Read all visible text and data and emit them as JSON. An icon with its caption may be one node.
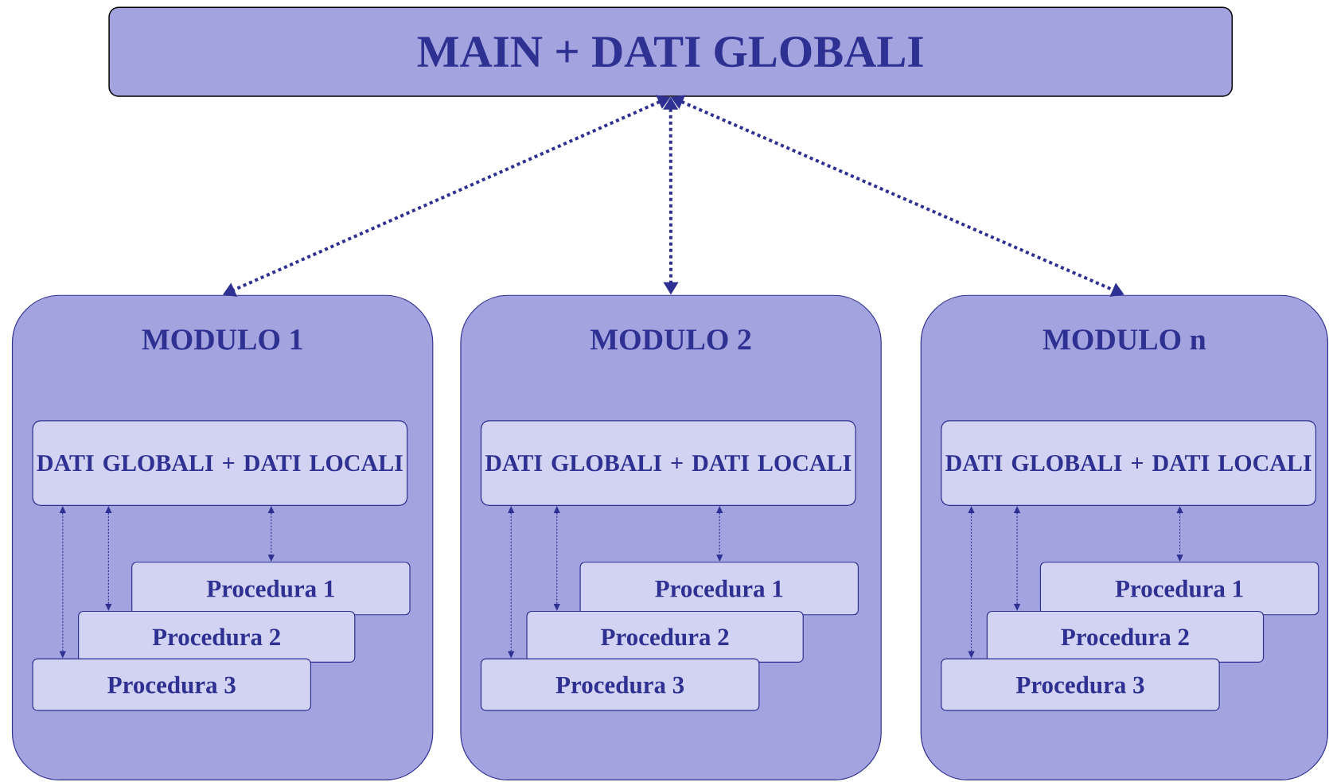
{
  "diagram": {
    "nodes": [
      {
        "text": [
          "MAIN + DATI GLOBALI"
        ]
      },
      {
        "text": [
          "MODULO 1"
        ]
      },
      {
        "text": [
          "DATI GLOBALI + DATI LOCALI"
        ],
        "in": 1
      },
      {
        "text": [
          "Procedura 1"
        ],
        "in": 1
      },
      {
        "text": [
          "Procedura 2"
        ],
        "in": 1
      },
      {
        "text": [
          "Procedura 3"
        ],
        "in": 1
      },
      {
        "text": [
          "MODULO 2"
        ]
      },
      {
        "text": [
          "DATI GLOBALI + DATI LOCALI"
        ],
        "in": 6
      },
      {
        "text": [
          "Procedura 1"
        ],
        "in": 6
      },
      {
        "text": [
          "Procedura 2"
        ],
        "in": 6
      },
      {
        "text": [
          "Procedura 3"
        ],
        "in": 6
      },
      {
        "text": [
          "MODULO n"
        ]
      },
      {
        "text": [
          "DATI GLOBALI + DATI LOCALI"
        ],
        "in": 11
      },
      {
        "text": [
          "Procedura 1"
        ],
        "in": 11
      },
      {
        "text": [
          "Procedura 2"
        ],
        "in": 11
      },
      {
        "text": [
          "Procedura 3"
        ],
        "in": 11
      }
    ],
    "edges": [
      {
        "from": 0,
        "to": 1,
        "arrow": "both",
        "style": "dashed"
      },
      {
        "from": 0,
        "to": 6,
        "arrow": "both",
        "style": "dashed"
      },
      {
        "from": 0,
        "to": 11,
        "arrow": "both",
        "style": "dashed"
      },
      {
        "from": 2,
        "to": 5,
        "arrow": "both",
        "style": "dashed"
      },
      {
        "from": 2,
        "to": 4,
        "arrow": "both",
        "style": "dashed"
      },
      {
        "from": 2,
        "to": 3,
        "arrow": "both",
        "style": "dashed"
      },
      {
        "from": 7,
        "to": 10,
        "arrow": "both",
        "style": "dashed"
      },
      {
        "from": 7,
        "to": 9,
        "arrow": "both",
        "style": "dashed"
      },
      {
        "from": 7,
        "to": 8,
        "arrow": "both",
        "style": "dashed"
      },
      {
        "from": 12,
        "to": 15,
        "arrow": "both",
        "style": "dashed"
      },
      {
        "from": 12,
        "to": 14,
        "arrow": "both",
        "style": "dashed"
      },
      {
        "from": 12,
        "to": 13,
        "arrow": "both",
        "style": "dashed"
      }
    ]
  }
}
